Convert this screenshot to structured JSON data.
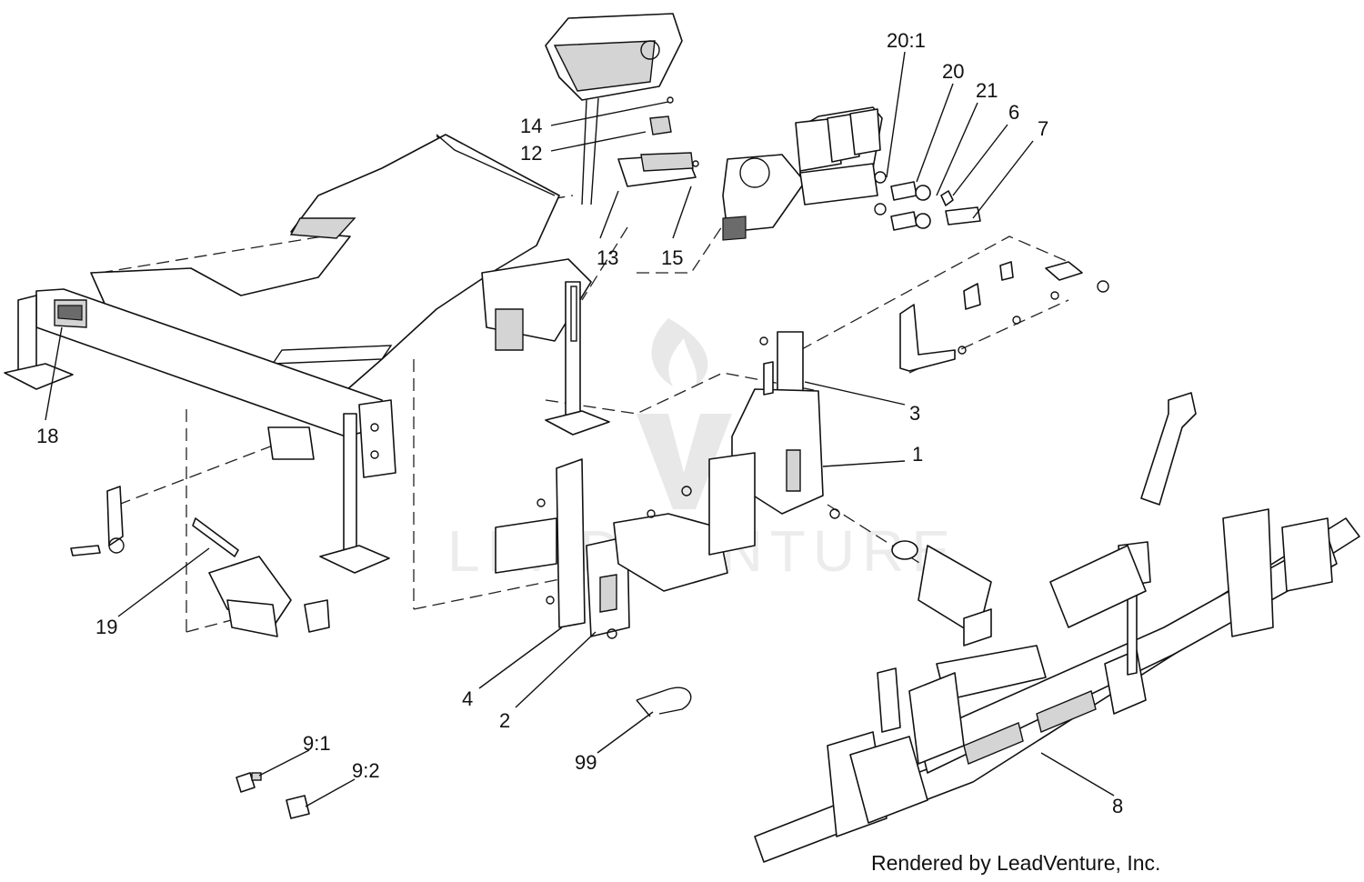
{
  "diagram": {
    "watermark_text": "LEADVENTURE",
    "credit": "Rendered by LeadVenture, Inc.",
    "callouts": [
      {
        "id": "20-1",
        "text": "20:1"
      },
      {
        "id": "20",
        "text": "20"
      },
      {
        "id": "21",
        "text": "21"
      },
      {
        "id": "6",
        "text": "6"
      },
      {
        "id": "7",
        "text": "7"
      },
      {
        "id": "14",
        "text": "14"
      },
      {
        "id": "12",
        "text": "12"
      },
      {
        "id": "13",
        "text": "13"
      },
      {
        "id": "15",
        "text": "15"
      },
      {
        "id": "18",
        "text": "18"
      },
      {
        "id": "3",
        "text": "3"
      },
      {
        "id": "1",
        "text": "1"
      },
      {
        "id": "19",
        "text": "19"
      },
      {
        "id": "4",
        "text": "4"
      },
      {
        "id": "2",
        "text": "2"
      },
      {
        "id": "99",
        "text": "99"
      },
      {
        "id": "9-1",
        "text": "9:1"
      },
      {
        "id": "9-2",
        "text": "9:2"
      },
      {
        "id": "8",
        "text": "8"
      }
    ]
  }
}
